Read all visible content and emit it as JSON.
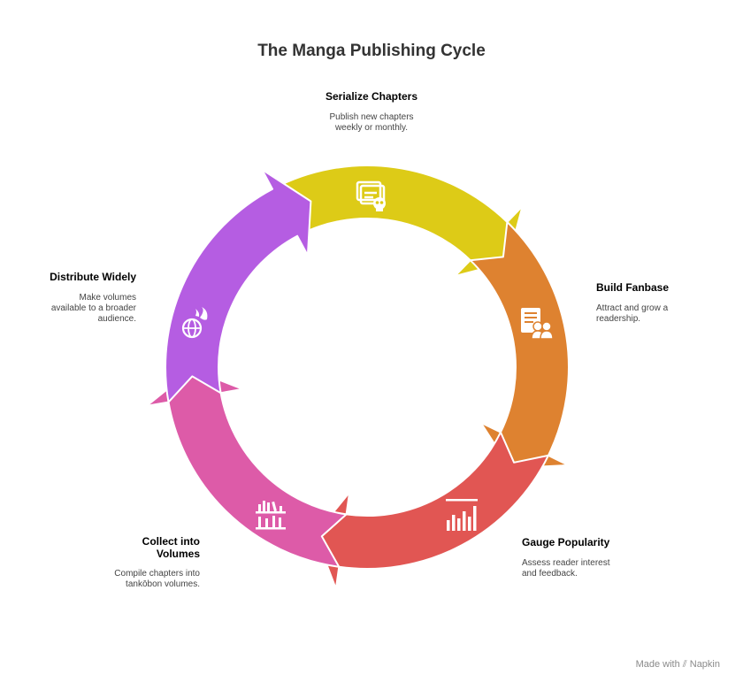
{
  "title": "The Manga Publishing Cycle",
  "steps": [
    {
      "id": "serialize",
      "title": "Serialize Chapters",
      "desc_lines": [
        "Publish new chapters",
        "weekly or monthly."
      ],
      "color": "#DDCB17",
      "icon": "chapters-icon"
    },
    {
      "id": "fanbase",
      "title": "Build Fanbase",
      "desc_lines": [
        "Attract and grow a",
        "readership."
      ],
      "color": "#DE8230",
      "icon": "fanbase-icon"
    },
    {
      "id": "popularity",
      "title": "Gauge Popularity",
      "desc_lines": [
        "Assess reader interest",
        "and feedback."
      ],
      "color": "#E15653",
      "icon": "bar-chart-icon"
    },
    {
      "id": "volumes",
      "title": "Collect into Volumes",
      "title_lines": [
        "Collect into",
        "Volumes"
      ],
      "desc_lines": [
        "Compile chapters into",
        "tankōbon volumes."
      ],
      "color": "#DD5BA8",
      "icon": "bookshelf-icon"
    },
    {
      "id": "distribute",
      "title": "Distribute Widely",
      "desc_lines": [
        "Make volumes",
        "available to a broader",
        "audience."
      ],
      "color": "#B55DE2",
      "icon": "global-distribution-icon"
    }
  ],
  "watermark": "Made with ⫽ Napkin"
}
